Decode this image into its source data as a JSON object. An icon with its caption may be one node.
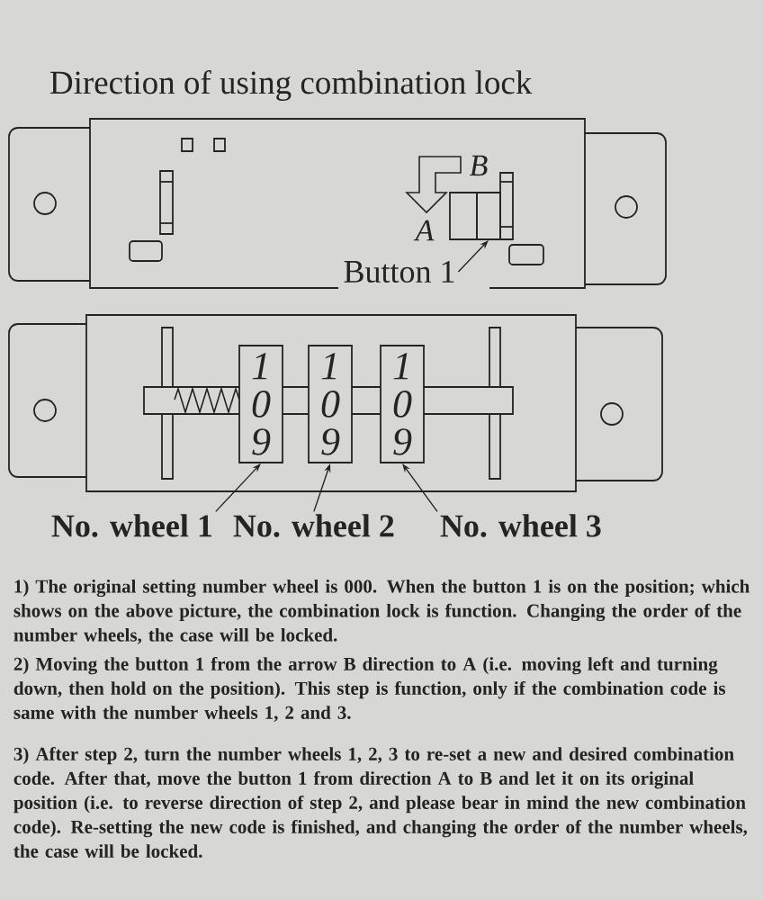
{
  "diagram": {
    "title": "Direction of using combination lock",
    "nodes": [
      {
        "text": [
          "Button 1"
        ]
      },
      {
        "text": [],
        "shape": "box"
      },
      {
        "text": [
          "1",
          "0",
          "9"
        ]
      },
      {
        "text": [
          "1",
          "0",
          "9"
        ]
      },
      {
        "text": [
          "1",
          "0",
          "9"
        ]
      },
      {
        "text": [
          "No. wheel 1"
        ]
      },
      {
        "text": [
          "No. wheel 2"
        ]
      },
      {
        "text": [
          "No. wheel 3"
        ]
      }
    ],
    "edges": [
      {
        "from": 0,
        "to": 1,
        "arrow": "to"
      },
      {
        "from": 5,
        "to": 2,
        "arrow": "to"
      },
      {
        "from": 6,
        "to": 3,
        "arrow": "to"
      },
      {
        "from": 7,
        "to": 4,
        "arrow": "to"
      }
    ],
    "labels": [
      "B",
      "A",
      "1) The original setting number wheel is 000. When the button 1 is on the position; which shows on the above picture, the combination lock is function. Changing the order of the number wheels, the case will be locked.",
      "2) Moving the button 1 from the arrow B direction to A (i.e. moving left and turning down, then hold on the position). This step is function, only if the combination code is same with the number wheels 1, 2 and 3.",
      "3) After step 2, turn the number wheels 1, 2, 3 to re-set a new and desired combination code. After that, move the button 1 from direction A to B and let it on its original position (i.e. to reverse direction of step 2, and please bear in mind the new combination code). Re-setting the new code is finished, and changing the order of the number wheels, the case will be locked."
    ]
  }
}
